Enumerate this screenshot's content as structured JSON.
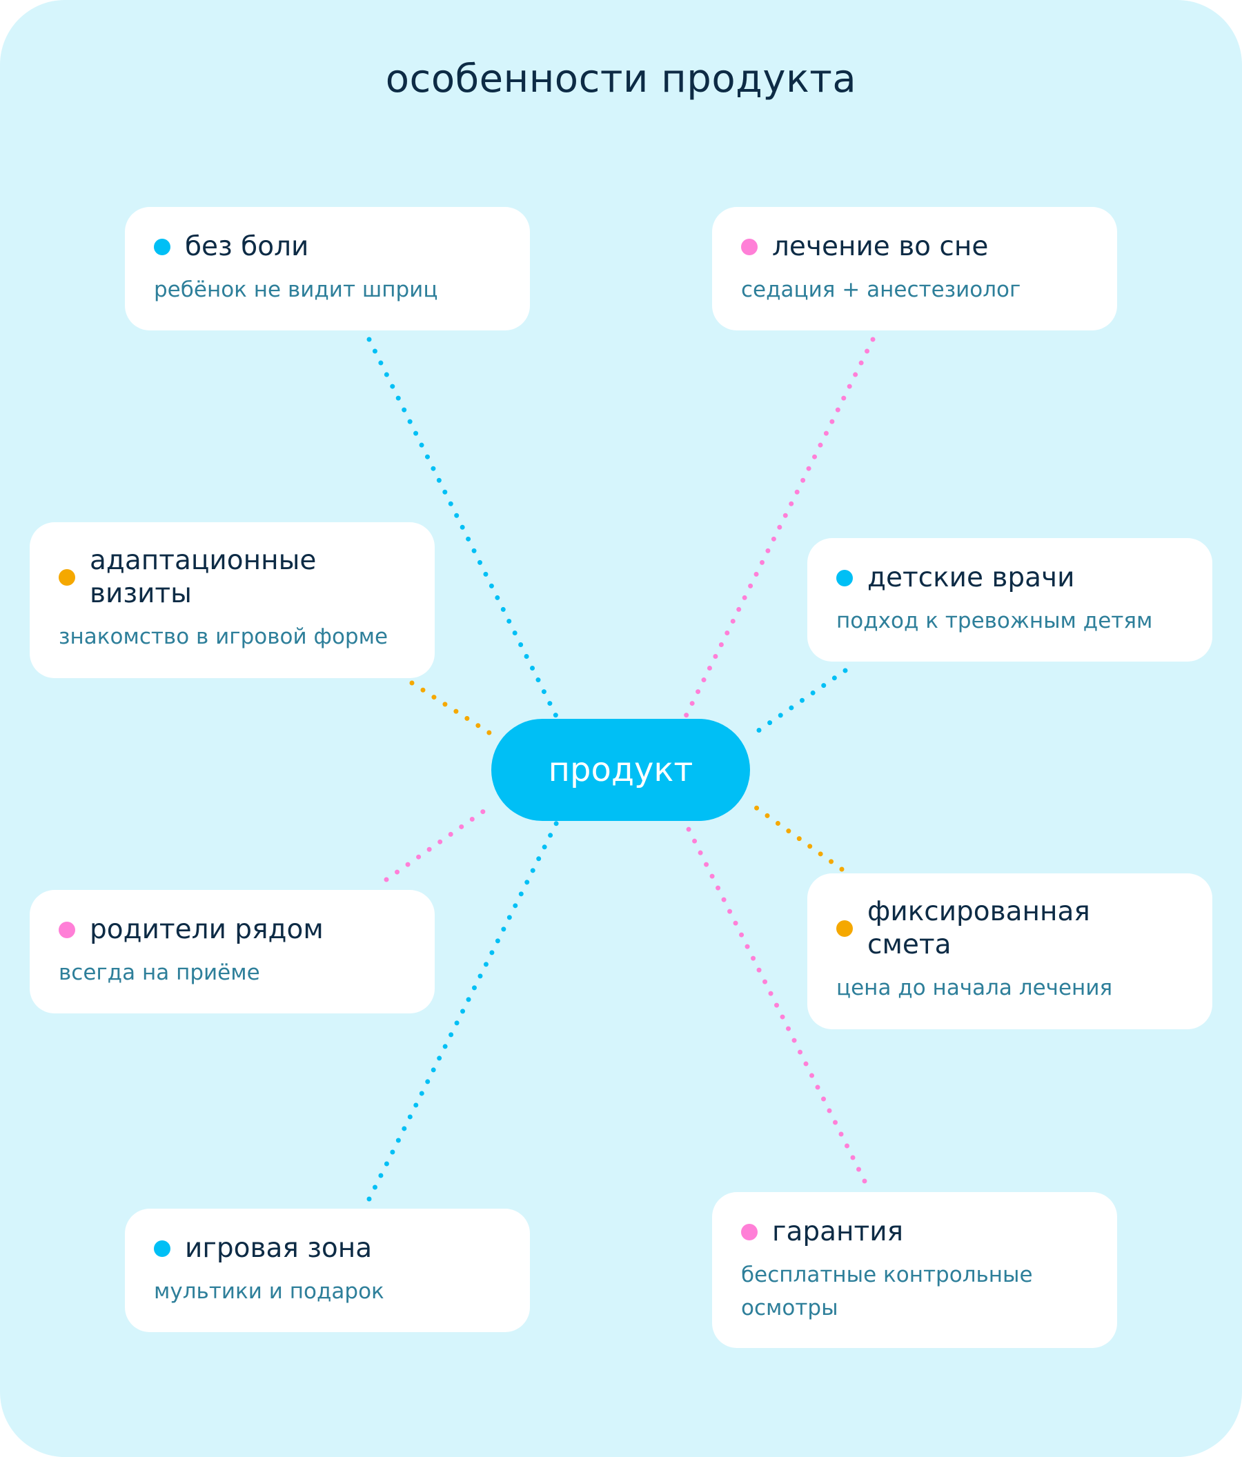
{
  "title": "особенности продукта",
  "hub": {
    "label": "продукт"
  },
  "colors": {
    "background": "#d6f5fc",
    "hub": "#00bff5",
    "blue": "#00bff5",
    "pink": "#ff7fd7",
    "orange": "#f5a800",
    "heading": "#0d2b45",
    "subtext": "#2e7f9a"
  },
  "features": [
    {
      "title": "без боли",
      "subtitle": "ребёнок не видит шприц",
      "color": "blue"
    },
    {
      "title": "лечение во сне",
      "subtitle": "седация + анестезиолог",
      "color": "pink"
    },
    {
      "title": "адаптационные визиты",
      "subtitle": "знакомство в игровой форме",
      "color": "orange"
    },
    {
      "title": "детские врачи",
      "subtitle": "подход к тревожным детям",
      "color": "blue"
    },
    {
      "title": "родители рядом",
      "subtitle": "всегда на приёме",
      "color": "pink"
    },
    {
      "title": "фиксированная смета",
      "subtitle": "цена до начала лечения",
      "color": "orange"
    },
    {
      "title": "игровая зона",
      "subtitle": "мультики и подарок",
      "color": "blue"
    },
    {
      "title": "гарантия",
      "subtitle": "бесплатные контрольные осмотры",
      "color": "pink"
    }
  ]
}
